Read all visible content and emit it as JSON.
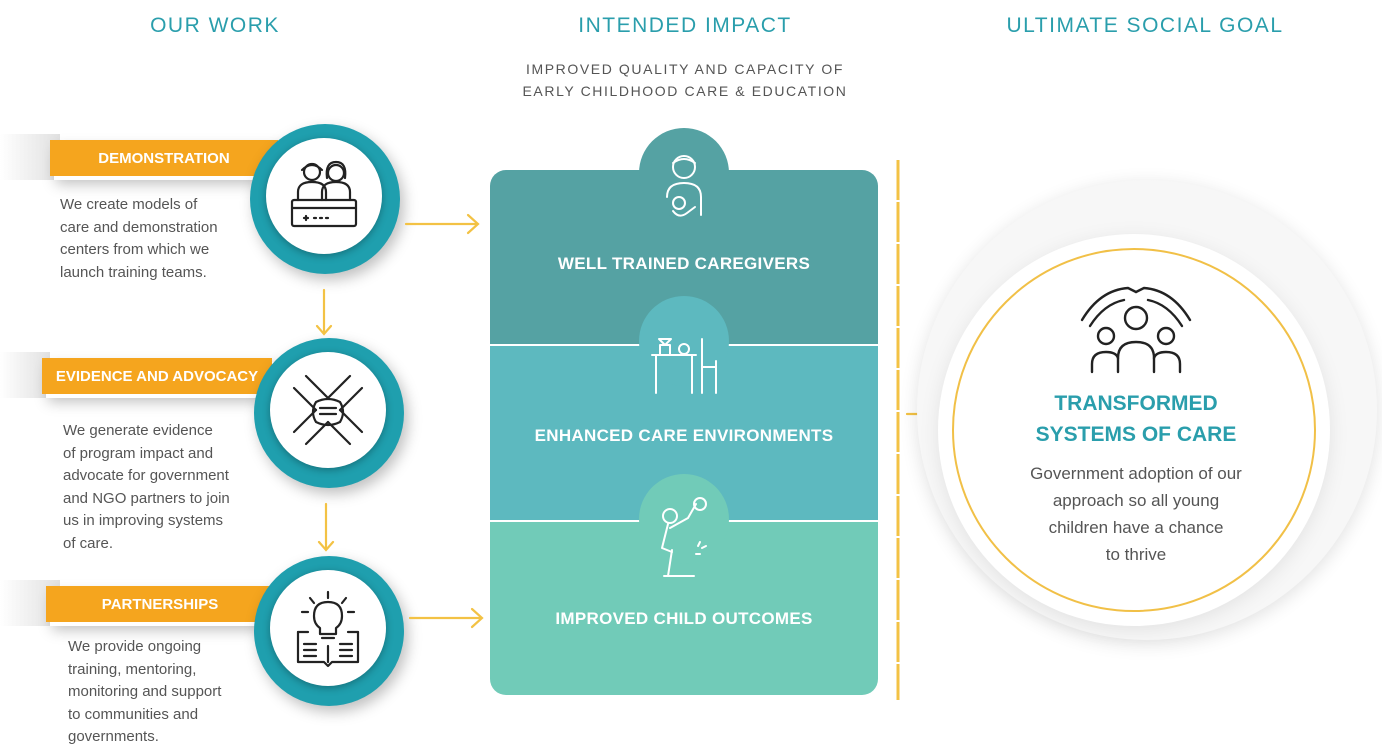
{
  "headers": {
    "our_work": "OUR WORK",
    "intended_impact": "INTENDED IMPACT",
    "ultimate_goal": "ULTIMATE SOCIAL GOAL"
  },
  "impact_subtitle": {
    "line1": "IMPROVED QUALITY AND CAPACITY OF",
    "line2": "EARLY CHILDHOOD CARE & EDUCATION"
  },
  "work_items": [
    {
      "title": "DEMONSTRATION",
      "lines": [
        "We create models of",
        "care and demonstration",
        "centers from which we",
        "launch training teams."
      ],
      "icon": "teachers-desk-icon"
    },
    {
      "title": "EVIDENCE AND ADVOCACY",
      "lines": [
        "We generate evidence",
        "of program impact and",
        "advocate for government",
        "and NGO partners to join",
        "us in improving systems",
        "of care."
      ],
      "icon": "joined-hands-icon"
    },
    {
      "title": "PARTNERSHIPS",
      "lines": [
        "We provide ongoing",
        "training, mentoring,",
        "monitoring and support",
        "to communities and",
        "governments."
      ],
      "icon": "lightbulb-book-icon"
    }
  ],
  "impact_items": [
    {
      "label": "WELL TRAINED CAREGIVERS",
      "icon": "caregiver-baby-icon",
      "color": "#55a2a3"
    },
    {
      "label": "ENHANCED CARE ENVIRONMENTS",
      "icon": "table-chair-toys-icon",
      "color": "#5db9bf"
    },
    {
      "label": "IMPROVED CHILD OUTCOMES",
      "icon": "playing-child-icon",
      "color": "#71cbb8"
    }
  ],
  "goal": {
    "title_line1": "TRANSFORMED",
    "title_line2": "SYSTEMS OF CARE",
    "desc_lines": [
      "Government adoption of our",
      "approach so all young",
      "children have a chance",
      "to thrive"
    ],
    "icon": "family-protecting-hands-icon"
  },
  "colors": {
    "teal": "#1f9fae",
    "title_teal": "#2a9eac",
    "orange": "#f5a51e",
    "arrow_yellow": "#f3c244"
  }
}
